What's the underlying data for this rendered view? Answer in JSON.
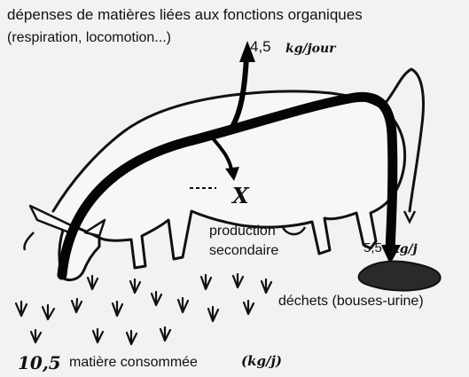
{
  "labels": {
    "title_line1": "dépenses de matières liées aux fonctions organiques",
    "title_line2": "(respiration, locomotion...)",
    "respiration_value": "4,5",
    "respiration_unit": "kg/jour",
    "production_line1": "production",
    "production_line2": "secondaire",
    "production_marker": "X",
    "waste_value": "5,5",
    "waste_unit": "kg/j",
    "waste_label": "déchets (bouses-urine)",
    "consumed_value": "10,5",
    "consumed_label": "matière consommée",
    "consumed_unit": "(kg/j)"
  },
  "colors": {
    "ink": "#111111",
    "paper": "#f2f2f0",
    "dung": "#2a2a2a"
  }
}
